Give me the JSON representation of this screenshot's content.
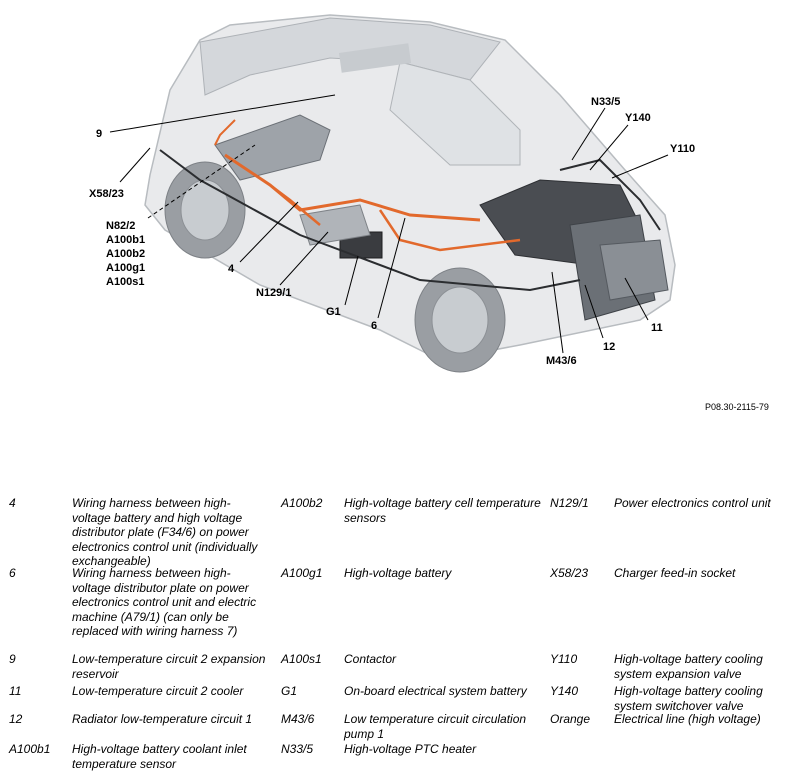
{
  "figure_reference": "P08.30-2115-79",
  "callouts": {
    "c9": "9",
    "x58_23": "X58/23",
    "n82_2": "N82/2",
    "a100b1": "A100b1",
    "a100b2": "A100b2",
    "a100g1": "A100g1",
    "a100s1": "A100s1",
    "c4": "4",
    "n129_1": "N129/1",
    "g1": "G1",
    "c6": "6",
    "n33_5": "N33/5",
    "y140": "Y140",
    "y110": "Y110",
    "c11": "11",
    "c12": "12",
    "m43_6": "M43/6"
  },
  "legend": [
    {
      "key": "4",
      "desc": "Wiring harness between high-voltage battery and high voltage distributor plate (F34/6) on power electronics control unit (individually exchangeable)"
    },
    {
      "key": "6",
      "desc": "Wiring harness between high-voltage distributor plate on power electronics control unit and electric machine (A79/1) (can only be replaced with wiring harness 7)"
    },
    {
      "key": "9",
      "desc": "Low-temperature circuit 2 expansion reservoir"
    },
    {
      "key": "11",
      "desc": "Low-temperature circuit 2 cooler"
    },
    {
      "key": "12",
      "desc": "Radiator low-temperature circuit 1"
    },
    {
      "key": "A100b1",
      "desc": "High-voltage battery coolant inlet temperature sensor"
    },
    {
      "key": "A100b2",
      "desc": "High-voltage battery cell temperature sensors"
    },
    {
      "key": "A100g1",
      "desc": "High-voltage battery"
    },
    {
      "key": "A100s1",
      "desc": "Contactor"
    },
    {
      "key": "G1",
      "desc": "On-board electrical system battery"
    },
    {
      "key": "M43/6",
      "desc": "Low temperature circuit circulation pump 1"
    },
    {
      "key": "N33/5",
      "desc": "High-voltage PTC heater"
    },
    {
      "key": "N129/1",
      "desc": "Power electronics control unit"
    },
    {
      "key": "X58/23",
      "desc": "Charger feed-in socket"
    },
    {
      "key": "Y110",
      "desc": "High-voltage battery cooling system expansion valve"
    },
    {
      "key": "Y140",
      "desc": "High-voltage battery cooling system switchover valve"
    },
    {
      "key": "Orange",
      "desc": "Electrical line (high voltage)"
    }
  ]
}
